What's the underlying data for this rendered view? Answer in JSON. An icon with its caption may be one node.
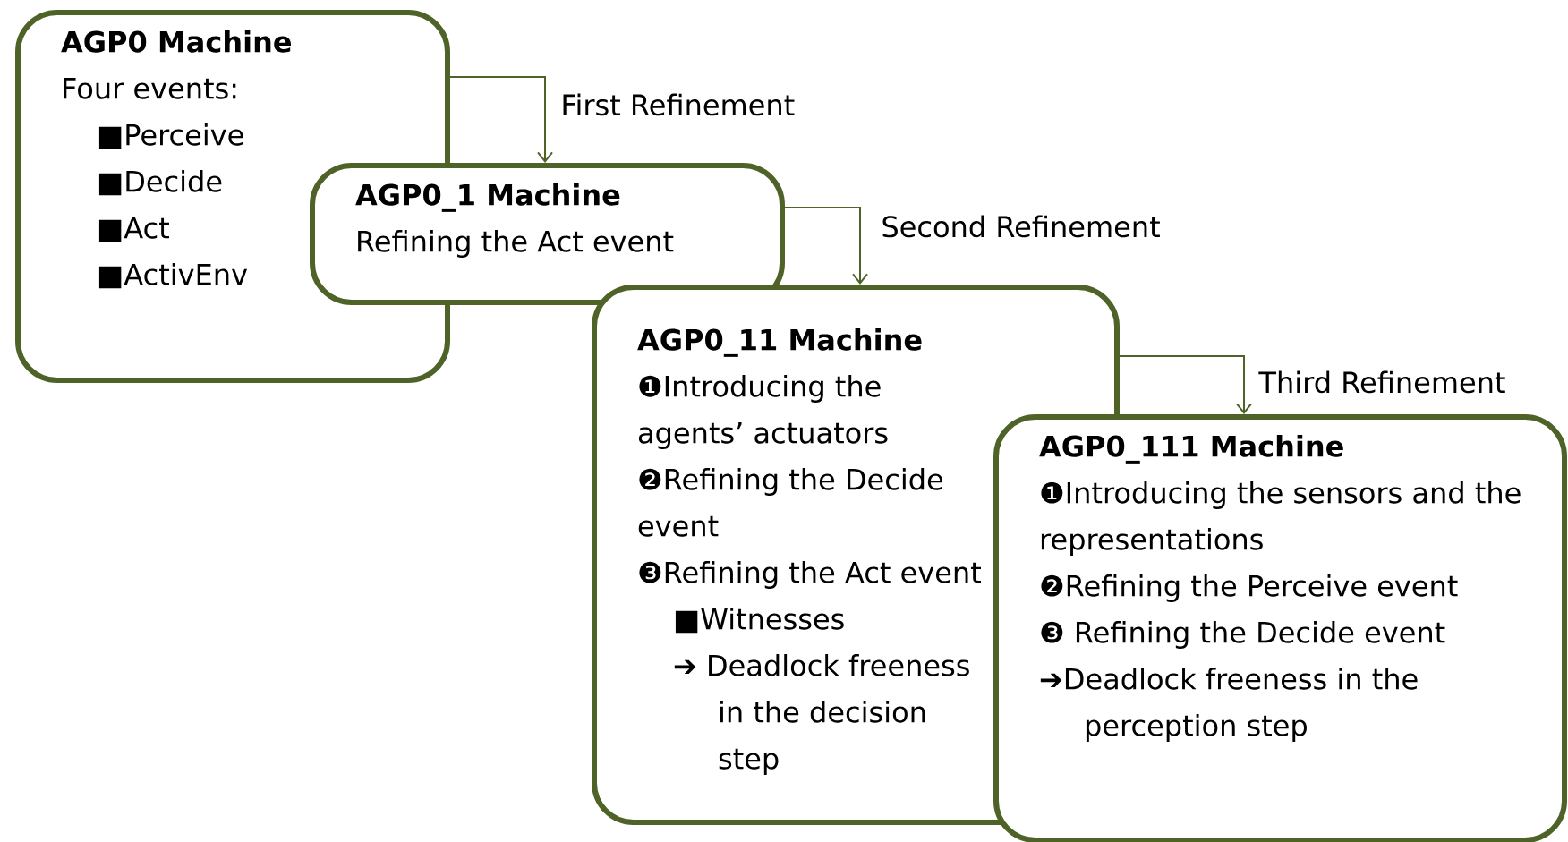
{
  "diagram": {
    "nodes": [
      {
        "text": [
          "AGP0 Machine",
          "Four events:",
          "■Perceive",
          "■Decide",
          "■Act",
          "■ActivEnv"
        ]
      },
      {
        "text": [
          "AGP0_1 Machine",
          "Refining the Act event"
        ]
      },
      {
        "text": [
          "AGP0_11 Machine",
          "❶Introducing the agents’ actuators",
          "❷Refining the Decide event",
          "❸Refining the Act event",
          "■Witnesses",
          "➔ Deadlock freeness in the decision step"
        ]
      },
      {
        "text": [
          "AGP0_111 Machine",
          "❶Introducing the sensors and the representations",
          "❷Refining the Perceive event",
          "❸ Refining the Decide event",
          "➔Deadlock freeness in the perception step"
        ]
      }
    ],
    "edges": [
      {
        "from": 0,
        "to": 1,
        "arrow": "to",
        "label": "First Refinement"
      },
      {
        "from": 1,
        "to": 2,
        "arrow": "to",
        "label": "Second Refinement"
      },
      {
        "from": 2,
        "to": 3,
        "arrow": "to",
        "label": "Third Refinement"
      }
    ]
  }
}
